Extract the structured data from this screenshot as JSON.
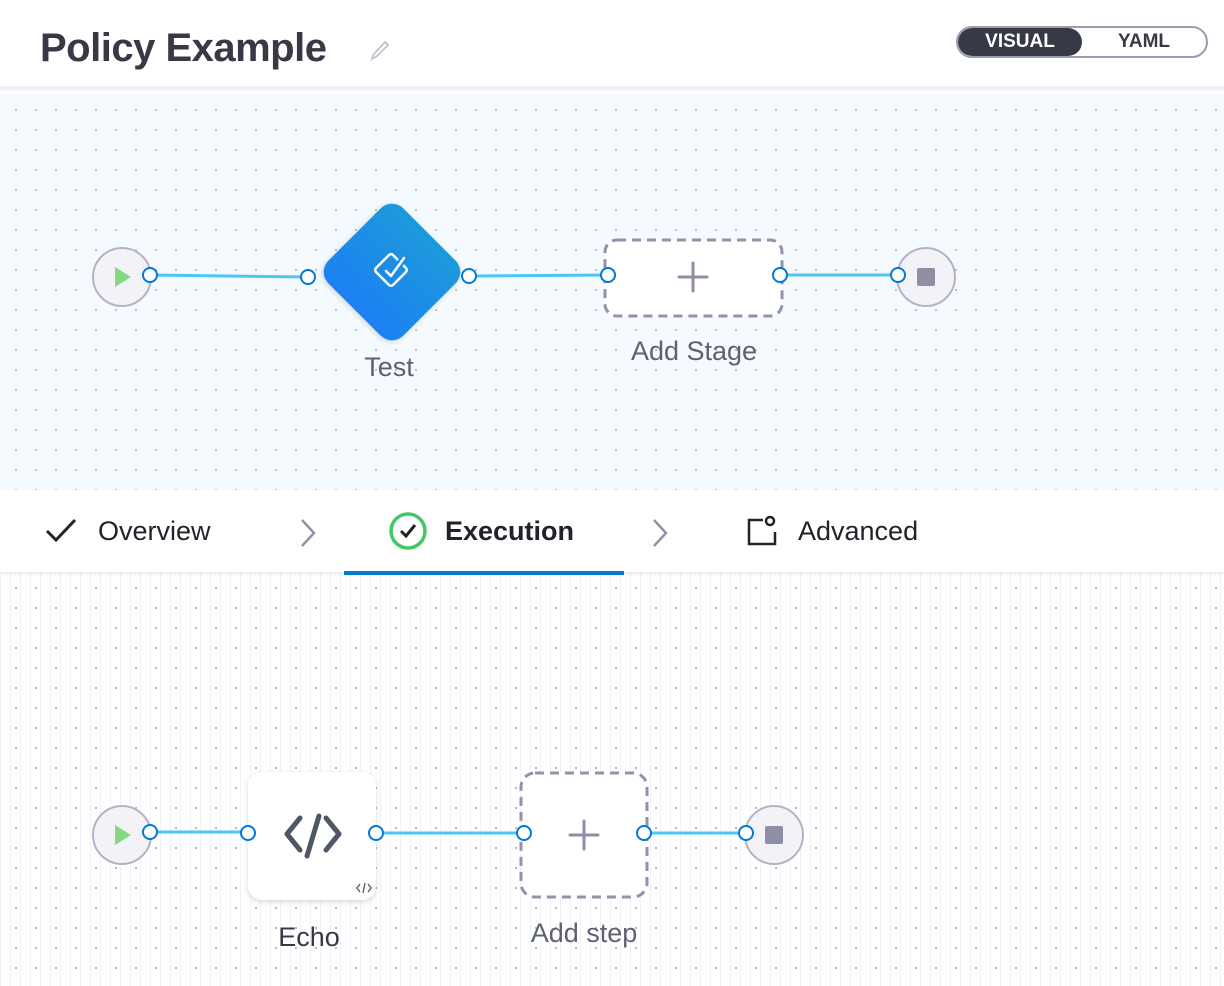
{
  "header": {
    "title": "Policy Example",
    "edit_icon": "pencil-icon",
    "view_toggle": {
      "options": [
        "VISUAL",
        "YAML"
      ],
      "selected": "VISUAL"
    }
  },
  "stage_graph": {
    "stages": [
      {
        "name": "Test",
        "icon": "approval-check-icon",
        "color": "#1a8be8"
      }
    ],
    "add_stage_label": "Add Stage"
  },
  "tabs": [
    {
      "label": "Overview",
      "icon": "check-icon",
      "status": "done"
    },
    {
      "label": "Execution",
      "icon": "check-circle-icon",
      "status": "active"
    },
    {
      "label": "Advanced",
      "icon": "settings-box-icon",
      "status": "pending"
    }
  ],
  "step_graph": {
    "steps": [
      {
        "name": "Echo",
        "icon": "code-icon"
      }
    ],
    "add_step_label": "Add step"
  },
  "colors": {
    "accent": "#0278d5",
    "edge": "#4dc6f5",
    "active_tab_ring": "#42c86a",
    "start_play": "#86d982",
    "node_dark": "#383946"
  }
}
